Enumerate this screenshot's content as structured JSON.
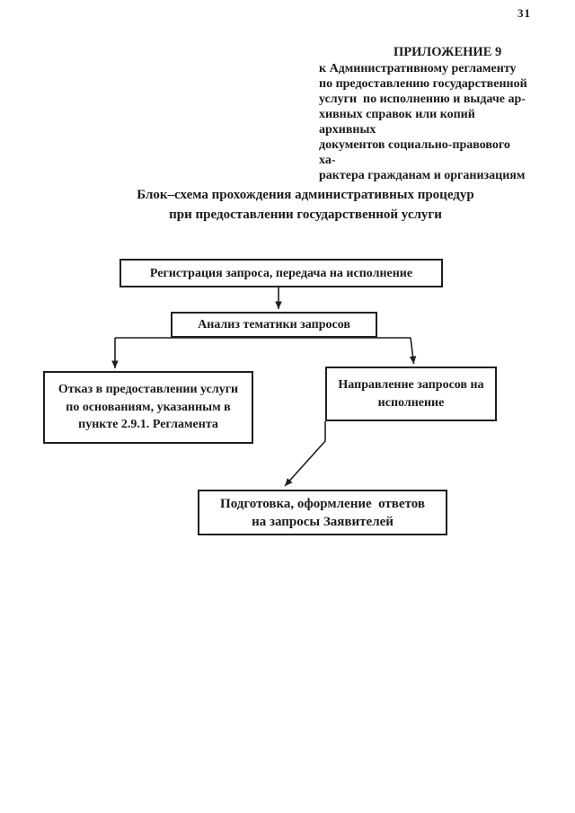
{
  "page": {
    "number": "31"
  },
  "header": {
    "appendix_title": "ПРИЛОЖЕНИЕ 9",
    "lines": [
      "к Административному регламенту",
      "по предоставлению государственной",
      "услуги  по исполнению и выдаче ар-",
      "хивных справок или копий архивных",
      "документов социально-правового ха-",
      "рактера гражданам и организациям"
    ]
  },
  "title": {
    "line1": "Блок–схема прохождения административных процедур",
    "line2": "при предоставлении государственной услуги"
  },
  "flowchart": {
    "boxes": {
      "registration": {
        "lines": [
          "Регистрация запроса, передача на исполнение"
        ]
      },
      "analysis": {
        "lines": [
          "Анализ тематики запросов"
        ]
      },
      "refusal": {
        "lines": [
          "Отказ в предоставлении услуги",
          "по основаниям, указанным в",
          "пункте 2.9.1. Регламента"
        ]
      },
      "direction": {
        "lines": [
          "Направление запросов на",
          "исполнение"
        ]
      },
      "preparation": {
        "lines": [
          "Подготовка, оформление  ответов",
          "на запросы Заявителей"
        ]
      }
    }
  },
  "colors": {
    "ink": "#1b1b1b",
    "paper": "#ffffff"
  }
}
